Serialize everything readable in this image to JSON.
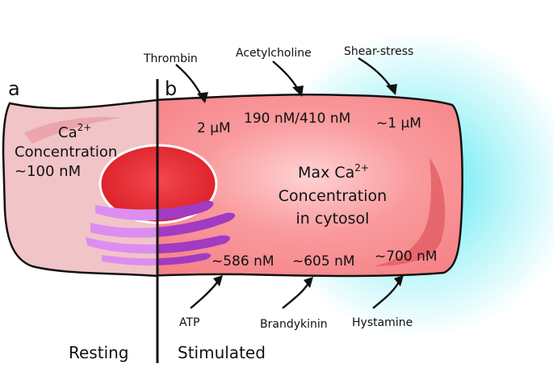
{
  "panels": {
    "a": {
      "letter": "a",
      "caption": "Resting"
    },
    "b": {
      "letter": "b",
      "caption": "Stimulated"
    }
  },
  "resting": {
    "concentration_label": "Concentration",
    "ion_base": "Ca",
    "ion_charge": "2+",
    "value": "~100 nM"
  },
  "stimulated": {
    "max_prefix": "Max Ca",
    "ion_charge": "2+",
    "line2": "Concentration",
    "line3": "in cytosol"
  },
  "top_stimuli": [
    {
      "agonist": "Thrombin",
      "value": "2 μM"
    },
    {
      "agonist": "Acetylcholine",
      "value": "190 nM/410 nM"
    },
    {
      "agonist": "Shear-stress",
      "value": "~1 μM"
    }
  ],
  "bottom_stimuli": [
    {
      "agonist": "ATP",
      "value": "~586 nM"
    },
    {
      "agonist": "Brandykinin",
      "value": "~605 nM"
    },
    {
      "agonist": "Hystamine",
      "value": "~700 nM"
    }
  ],
  "colors": {
    "resting_cell": "#f1c4c7",
    "stimulated_cell": "#f7888c",
    "nucleus": "#e8242c",
    "organelle_resting": "#dc8ef0",
    "organelle_stimulated": "#a23bc2",
    "glow": "#36e4f0"
  }
}
